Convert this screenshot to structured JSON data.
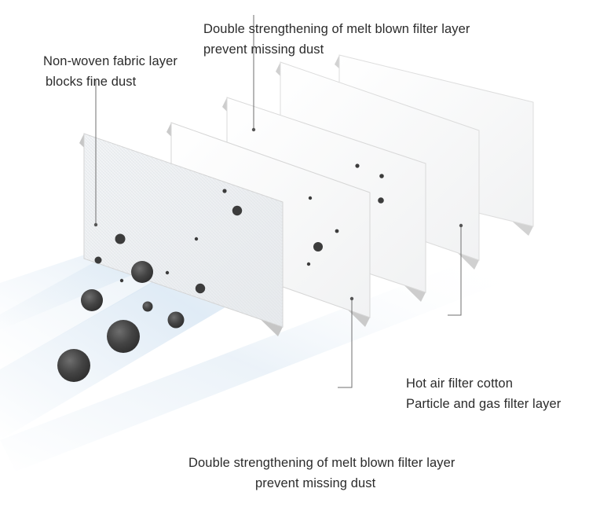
{
  "image_alt": "Exploded diagram of a five-layer mask filter with dust particles",
  "labels": {
    "top": {
      "line1": "Double strengthening of melt blown filter layer",
      "line2": "prevent missing dust"
    },
    "left": {
      "line1": "Non-woven fabric layer",
      "line2": "blocks fine dust"
    },
    "right": {
      "line1": "Hot air filter cotton",
      "line2": "Particle and gas filter layer"
    },
    "bottom": {
      "line1": "Double strengthening of melt blown filter layer",
      "line2": "prevent missing dust"
    }
  },
  "colors": {
    "text": "#2b2b2b",
    "leader_line": "#6f6f6f",
    "particle": "#3c3c3c",
    "particle_highlight": "#6e6e6e",
    "sheet_face": "#fbfbfb",
    "sheet_edge": "#cfcfcf",
    "fabric_face": "#eef0f2",
    "airflow": "#c8dcee"
  }
}
